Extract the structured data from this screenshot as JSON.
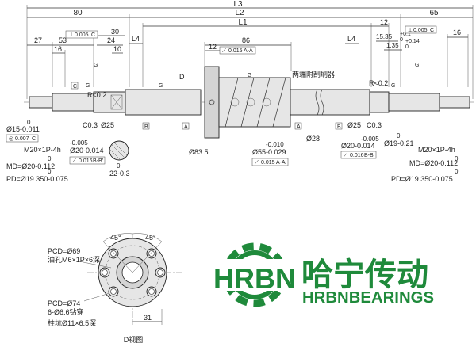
{
  "dims": {
    "L3": "L3",
    "L2": "L2",
    "L1": "L1",
    "d80": "80",
    "d65": "65",
    "d30": "30",
    "d27": "27",
    "d53": "53",
    "d24": "24",
    "d16a": "16",
    "d10": "10",
    "d12a": "12",
    "d86": "86",
    "d12b": "12",
    "d16b": "16",
    "L4a": "L4",
    "L4b": "L4",
    "tol_005": "0.005",
    "tol_005_ref": "C",
    "tol_015": "0.015",
    "tol_015_ref": "A-A",
    "tol_0005b": "0.005",
    "tol_0005b_ref": "C",
    "d1535": "15.35",
    "d1535_tol_hi": "+0.1",
    "d1535_tol_lo": "0",
    "d135": "1.35",
    "d135_tol_hi": "+0.14",
    "d135_tol_lo": "0",
    "R02a": "R<0.2",
    "R02b": "R<0.2",
    "G1": "G",
    "G2": "G",
    "G3": "G",
    "G4": "G",
    "G5": "G",
    "G6": "G",
    "C03a": "C0.3",
    "C03b": "C0.3",
    "phi25a": "Ø25",
    "phi25b": "Ø25",
    "phi28": "Ø28",
    "phi835": "Ø83.5",
    "ref_B": "B",
    "ref_A": "A",
    "ref_C": "C",
    "ref_D": "D",
    "ref_B2": "B",
    "ref_A2": "A",
    "phi15": "Ø15-0.011",
    "phi15_zero": "0",
    "runout1": "0.007",
    "runout1_ref": "C",
    "m20a": "M20×1P-4h",
    "phi20a": "Ø20-0.014",
    "phi20a_hi": "-0.005",
    "run016a": "0.016",
    "run016a_ref": "B-B'",
    "md_a": "MD=Ø20-0.112",
    "md_a_zero": "0",
    "pd_a": "PD=Ø19.350-0.075",
    "pd_a_zero": "0",
    "d22": "22-0.3",
    "d22_zero": "0",
    "phi55": "Ø55-0.029",
    "phi55_hi": "-0.010",
    "run015": "0.015",
    "run015_ref": "A-A",
    "phi20b": "Ø20-0.014",
    "phi20b_hi": "-0.005",
    "run016b": "0.016",
    "run016b_ref": "B-B'",
    "phi19": "Ø19-0.21",
    "phi19_zero": "0",
    "m20b": "M20×1P-4h",
    "md_b": "MD=Ø20-0.112",
    "md_b_zero": "0",
    "pd_b": "PD=Ø19.350-0.075",
    "pd_b_zero": "0",
    "wiper_note": "两端附刮刷器"
  },
  "flange_view": {
    "angle_left": "45°",
    "angle_right": "45°",
    "pcd69": "PCD=Ø69",
    "oil_hole": "油孔M6×1P×6深",
    "pcd74": "PCD=Ø74",
    "drill": "6-Ø6.6钻穿",
    "counterbore": "柱坑Ø11×6.5深",
    "d31": "31",
    "caption": "D视图"
  },
  "logo": {
    "mark": "HRBN",
    "cn": "哈宁传动",
    "en": "HRBNBEARINGS",
    "color": "#1f8a3b"
  }
}
